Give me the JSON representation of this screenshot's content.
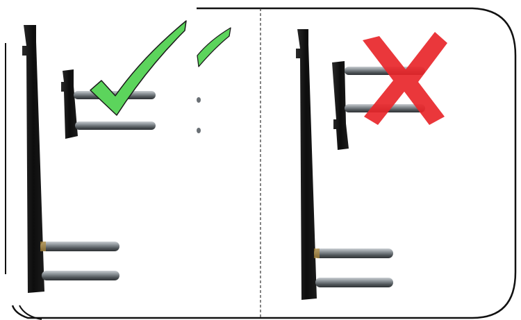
{
  "panels": [
    {
      "id": "correct",
      "verdict": "correct",
      "icon": "checkmark-icon",
      "icon_color": "#5cd45c"
    },
    {
      "id": "incorrect",
      "verdict": "incorrect",
      "icon": "cross-icon",
      "icon_color": "#e8262a"
    }
  ],
  "colors": {
    "frame": "#111111",
    "bracket": "#141414",
    "pin": "#7d8388",
    "divider": "#333333"
  }
}
